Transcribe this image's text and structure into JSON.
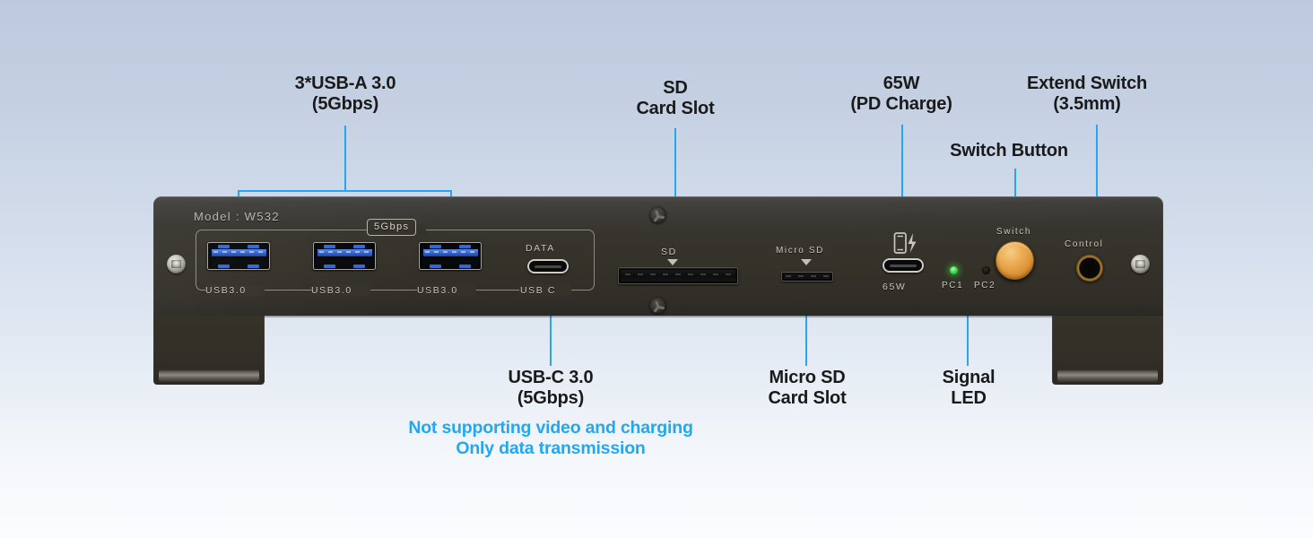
{
  "page": {
    "title": "Docking Station Port Callout Diagram",
    "accent_color": "#22a7f0",
    "text_color": "#1a1a1a",
    "body_color": "#343229"
  },
  "annotations": {
    "usb_a": {
      "line1": "3*USB-A 3.0",
      "line2": "(5Gbps)"
    },
    "sd": {
      "line1": "SD",
      "line2": "Card Slot"
    },
    "pd": {
      "line1": "65W",
      "line2": "(PD Charge)"
    },
    "extend_switch": {
      "line1": "Extend Switch",
      "line2": "(3.5mm)"
    },
    "switch_button": {
      "line1": "Switch Button"
    },
    "usb_c": {
      "line1": "USB-C 3.0",
      "line2": "(5Gbps)",
      "note1": "Not supporting video and charging",
      "note2": "Only data transmission"
    },
    "micro_sd": {
      "line1": "Micro SD",
      "line2": "Card Slot"
    },
    "signal_led": {
      "line1": "Signal",
      "line2": "LED"
    }
  },
  "device": {
    "model_label": "Model : W532",
    "speed_badge": "5Gbps",
    "ports": {
      "usb_a_1": "USB3.0",
      "usb_a_2": "USB3.0",
      "usb_a_3": "USB3.0",
      "usb_c_data_top": "DATA",
      "usb_c_data_bottom": "USB C",
      "sd_slot": "SD",
      "micro_sd_slot": "Micro SD",
      "pd_port": "65W",
      "switch_knob": "Switch",
      "control_jack": "Control",
      "led_pc1": "PC1",
      "led_pc2": "PC2"
    },
    "led_states": {
      "pc1": "on",
      "pc2": "off"
    },
    "colors": {
      "led_on": "#2fd13a",
      "knob": "#e5a64c",
      "jack_ring": "#c08a2f"
    }
  }
}
